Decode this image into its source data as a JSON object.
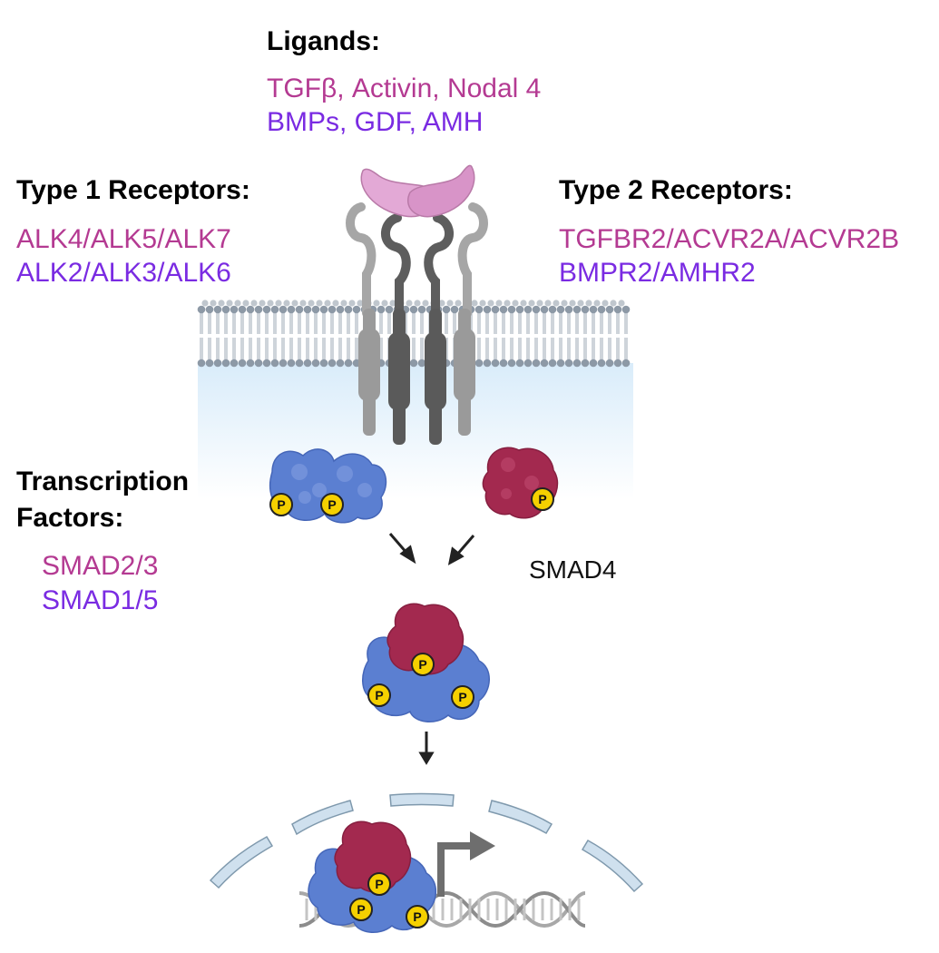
{
  "ligands": {
    "heading": "Ligands:",
    "tgf_line": "TGFβ, Activin, Nodal 4",
    "bmp_line": "BMPs, GDF, AMH"
  },
  "type1": {
    "heading": "Type 1 Receptors:",
    "tgf_line": "ALK4/ALK5/ALK7",
    "bmp_line": "ALK2/ALK3/ALK6"
  },
  "type2": {
    "heading": "Type 2 Receptors:",
    "tgf_line": "TGFBR2/ACVR2A/ACVR2B",
    "bmp_line": "BMPR2/AMHR2"
  },
  "tf": {
    "heading_line1": "Transcription",
    "heading_line2": "Factors:",
    "tgf_line": "SMAD2/3",
    "bmp_line": "SMAD1/5"
  },
  "smad4_label": "SMAD4",
  "phospho_label": "P",
  "colors": {
    "tgf_group": "#b43a92",
    "bmp_group": "#7a2be2",
    "receptor_smad": "#5b7fd1",
    "smad4": "#a3294f",
    "phosphate": "#f5d000",
    "ligand": "#e3a9d6",
    "membrane_head": "#8d99a6",
    "nuclear_envelope": "#cfe0ee"
  }
}
